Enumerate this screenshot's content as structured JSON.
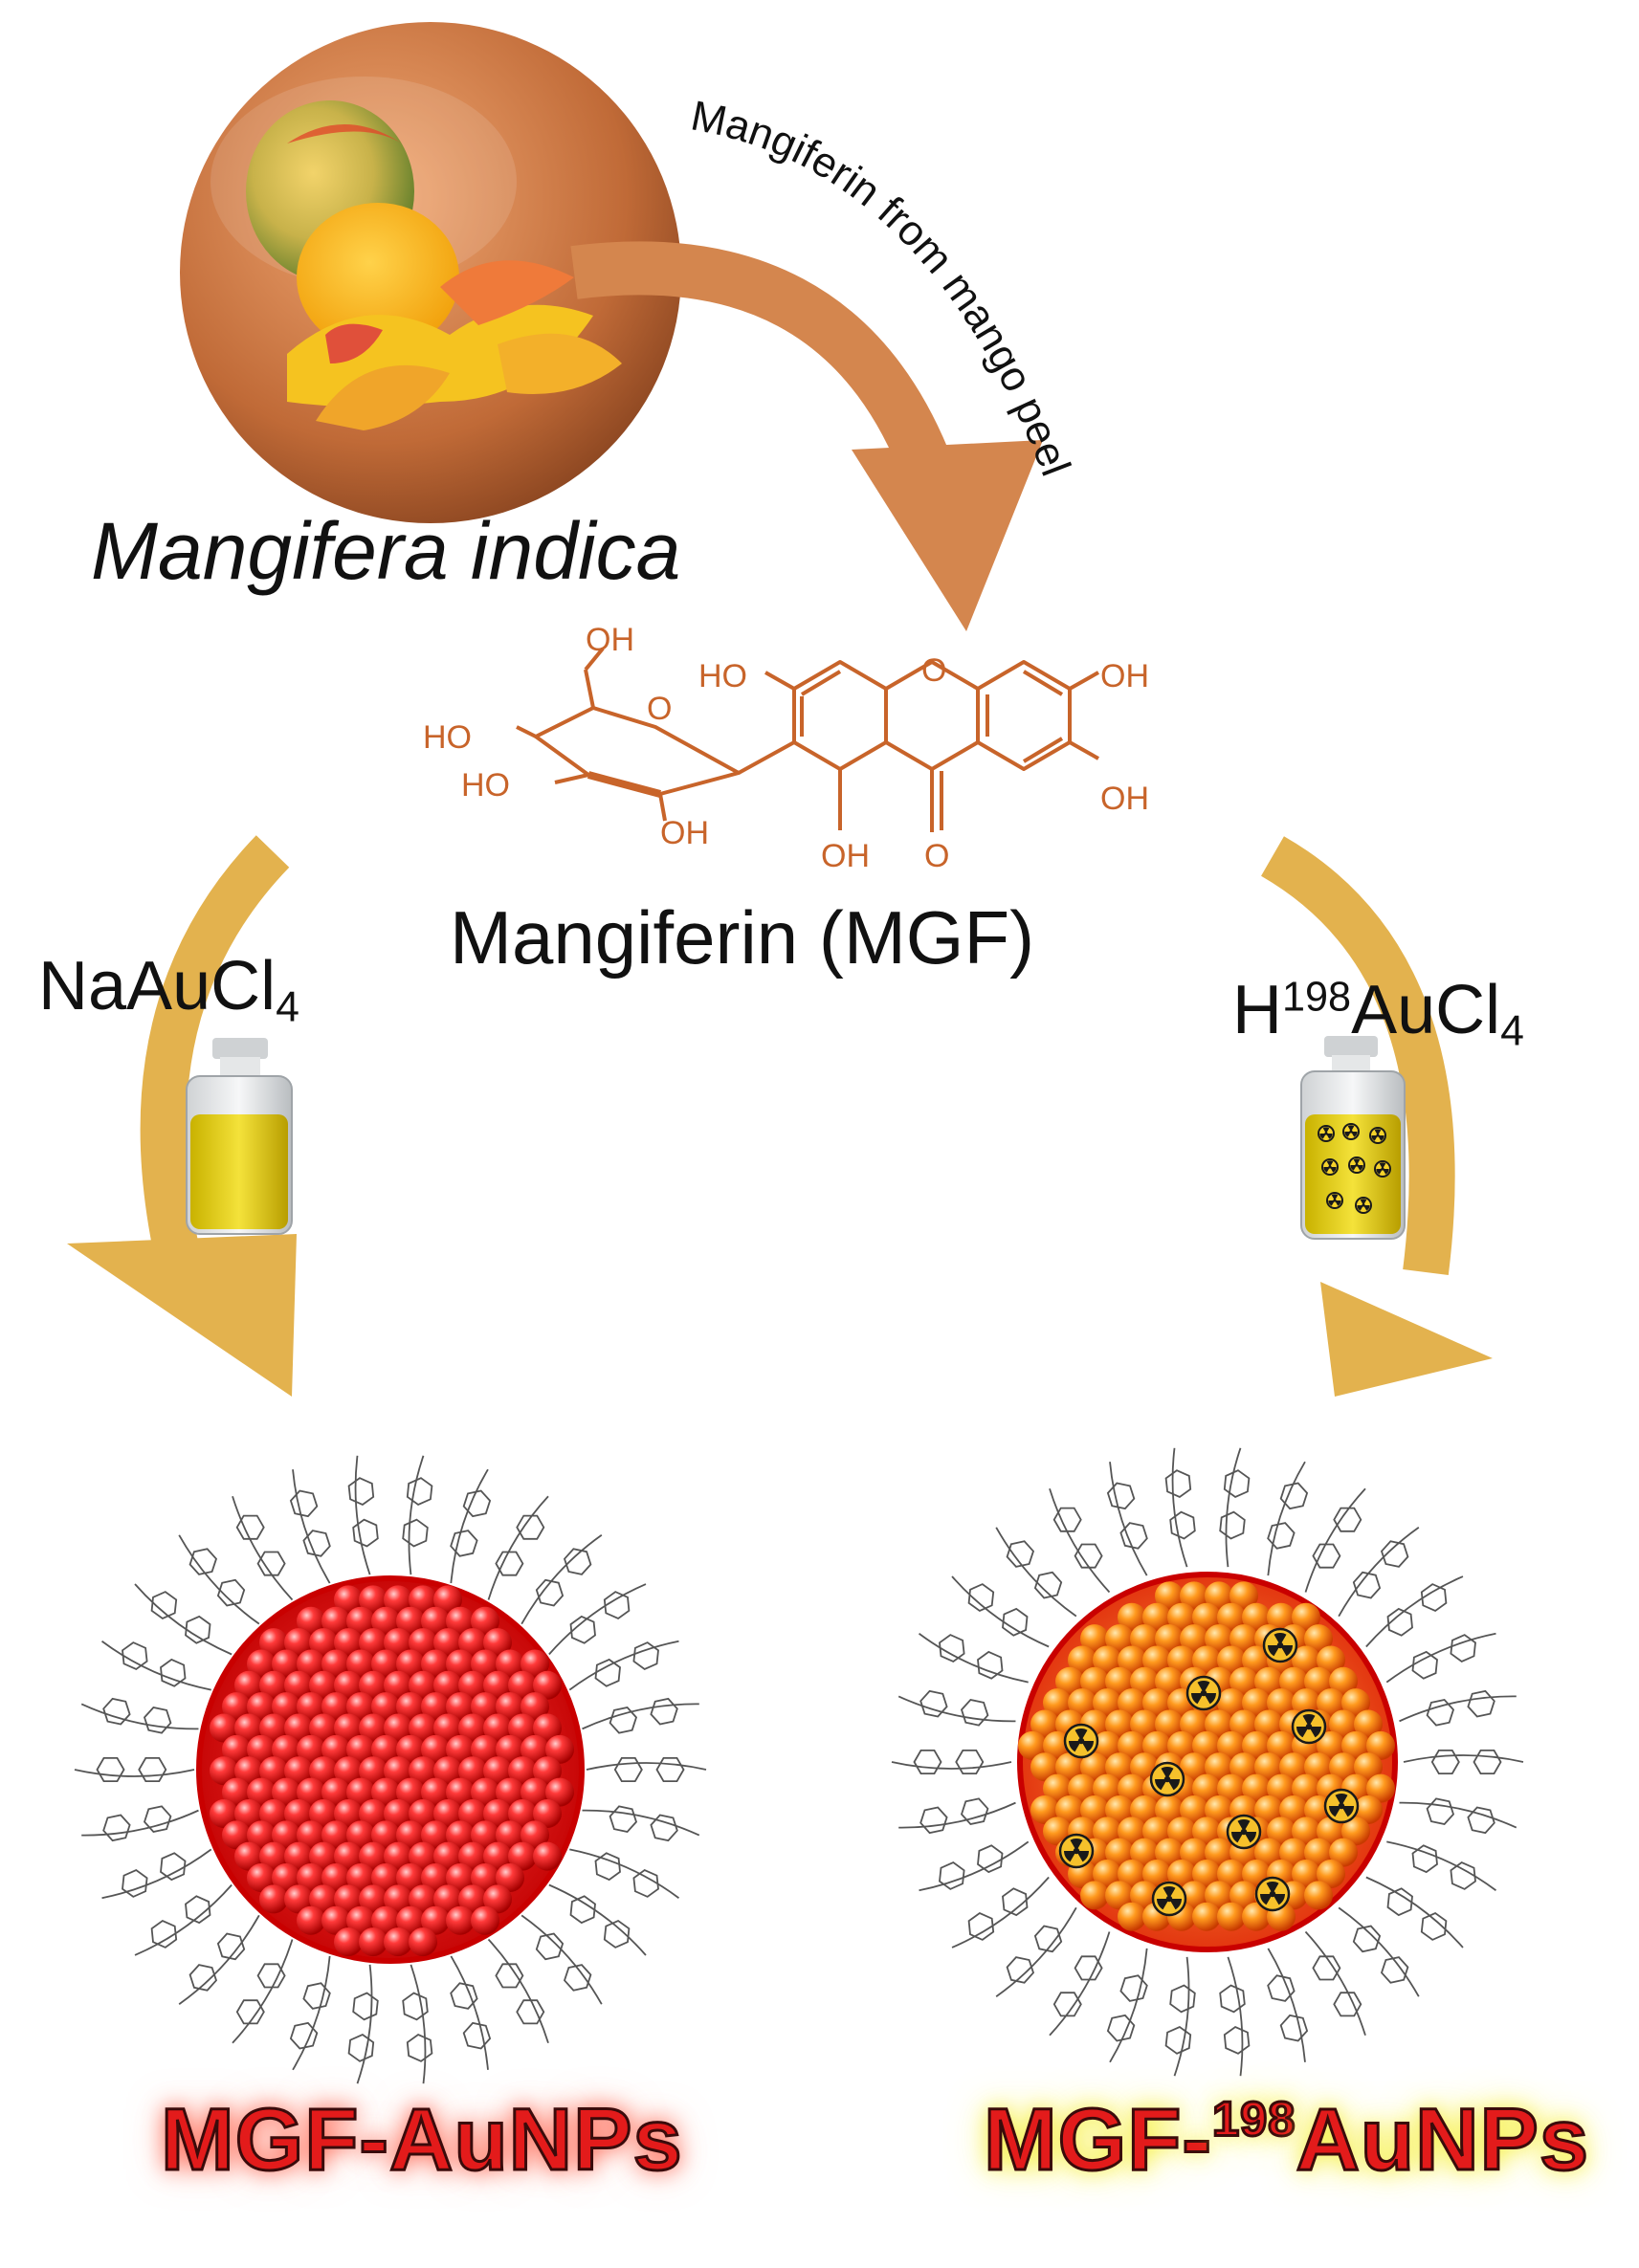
{
  "source_label": "Mangifera indica",
  "arc_text": "Mangiferin from mango peel",
  "molecule": {
    "name": "Mangiferin (MGF)",
    "groups": [
      "OH",
      "HO",
      "HO",
      "HO",
      "OH",
      "HO",
      "O",
      "OH",
      "OH",
      "OH",
      "O"
    ]
  },
  "reagents": {
    "left": {
      "base": "NaAuCl",
      "sub": "4"
    },
    "right": {
      "prefix": "H",
      "sup": "198",
      "base": "AuCl",
      "sub": "4"
    }
  },
  "products": {
    "left": "MGF-AuNPs",
    "right": {
      "prefix": "MGF-",
      "sup": "198",
      "base": "AuNPs"
    }
  },
  "colors": {
    "molecule": "#c8642a",
    "arrow_top": "#d4864e",
    "arrow_side": "#e3b24e",
    "gold_core": "#e60f0f",
    "radioactive": "#f2a623"
  }
}
